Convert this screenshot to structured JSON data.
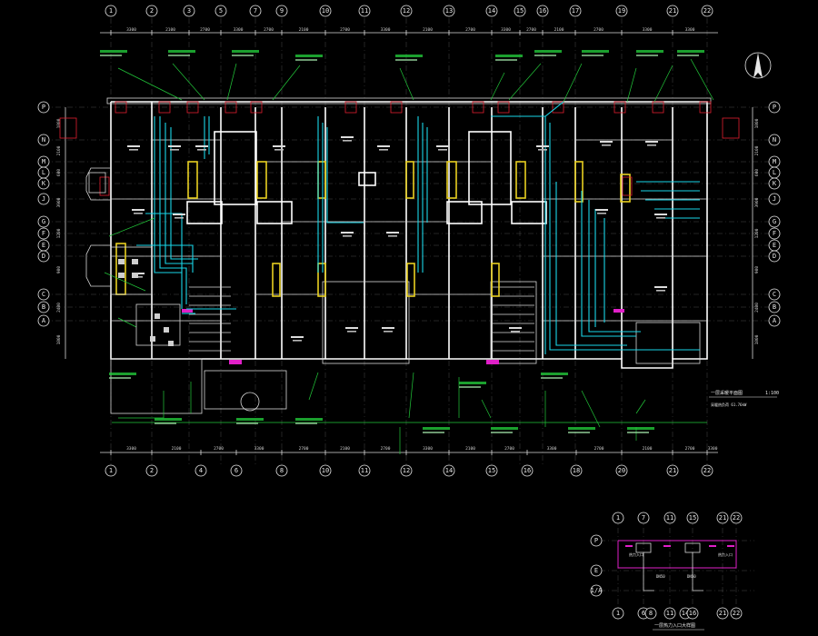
{
  "drawing": {
    "axis_labels_top": [
      "1",
      "2",
      "3",
      "5",
      "7",
      "9",
      "10",
      "11",
      "12",
      "13",
      "14",
      "15",
      "16",
      "17",
      "19",
      "21",
      "22"
    ],
    "axis_labels_bottom": [
      "1",
      "2",
      "4",
      "6",
      "8",
      "10",
      "11",
      "12",
      "14",
      "15",
      "16",
      "18",
      "20",
      "21",
      "22"
    ],
    "axis_labels_left": [
      "P",
      "N",
      "M",
      "L",
      "K",
      "J",
      "G",
      "F",
      "E",
      "D",
      "C",
      "B",
      "A"
    ],
    "axis_labels_right": [
      "P",
      "N",
      "M",
      "L",
      "K",
      "J",
      "G",
      "F",
      "E",
      "D",
      "C",
      "B",
      "A"
    ],
    "top_dimensions": [
      "3300",
      "2100",
      "2700",
      "3300",
      "2700",
      "2100",
      "2700",
      "3300",
      "2100",
      "2700",
      "3300",
      "2700",
      "2100",
      "2700",
      "3300",
      "3300"
    ],
    "bottom_dimensions": [
      "3300",
      "2100",
      "2700",
      "3300",
      "2700",
      "2100",
      "2700",
      "3300",
      "2100",
      "2700",
      "3300",
      "2700",
      "2100",
      "2700",
      "3300"
    ],
    "left_dimensions": [
      "1800",
      "2100",
      "600",
      "3900",
      "1200",
      "900",
      "2400",
      "1800"
    ],
    "right_dimensions": [
      "1800",
      "2100",
      "600",
      "3900",
      "1200",
      "900",
      "2400",
      "1800"
    ],
    "plan_title": "一层采暖平面图",
    "plan_scale": "1:100",
    "plan_note": "采暖热负荷 61.76kW",
    "legend_title": "一层热力入口大样图",
    "legend_axis_top": [
      "1",
      "7",
      "11",
      "15",
      "21",
      "22"
    ],
    "legend_axis_bottom": [
      "1",
      "6",
      "8",
      "11",
      "14",
      "16",
      "21",
      "22"
    ],
    "legend_axis_left": [
      "P",
      "E",
      "1/A"
    ],
    "legend_labels": [
      "热力入口",
      "DN50",
      "DN50",
      "热力入口"
    ],
    "colors": {
      "background": "#000000",
      "wall": "#ffffff",
      "pipe_supply": "#19d6e8",
      "leader": "#22c83a",
      "column": "#e8d020",
      "equipment": "#e02030",
      "accent": "#e020c8"
    },
    "icons": [
      "north-arrow-icon"
    ]
  }
}
